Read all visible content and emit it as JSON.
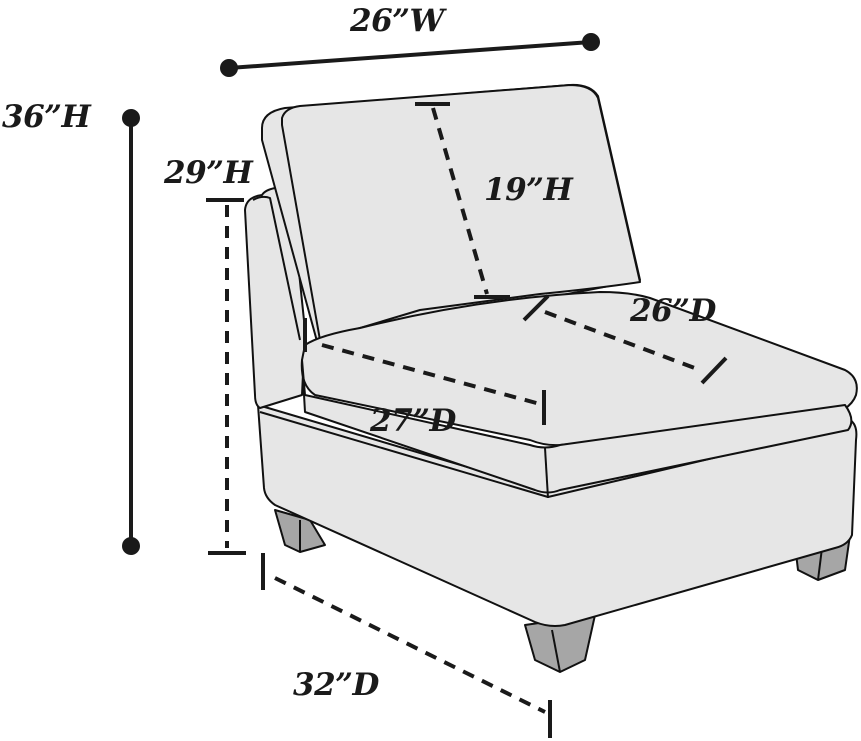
{
  "diagram": {
    "subject": "Armless chair",
    "colors": {
      "upholstery": "#e6e6e6",
      "legs": "#a6a6a6",
      "outline": "#111111",
      "background": "#ffffff"
    },
    "dimensions": {
      "overall_width": "26”W",
      "overall_height": "36”H",
      "side_height": "29”H",
      "back_cushion_height": "19”H",
      "seat_depth": "26”D",
      "inner_seat_depth": "27”D",
      "overall_depth": "32”D"
    }
  }
}
